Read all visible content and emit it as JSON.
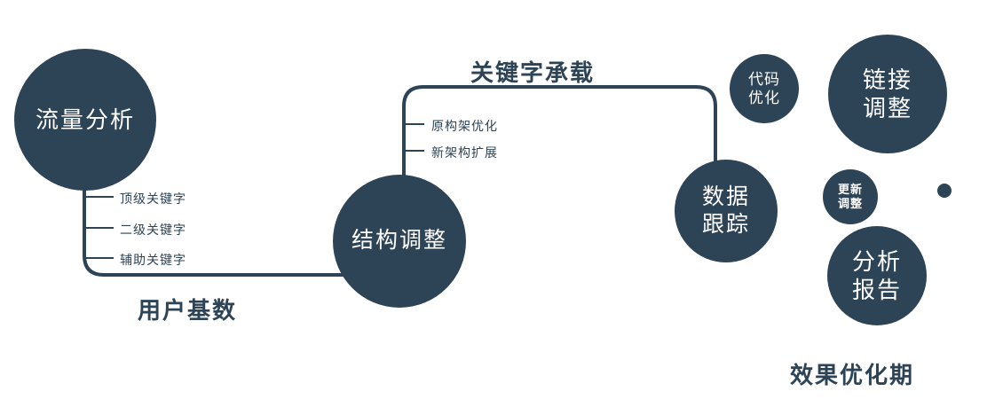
{
  "colors": {
    "primary": "#2d4356",
    "background": "#ffffff",
    "text_on_node": "#ffffff"
  },
  "nodes": {
    "traffic": {
      "label": "流量分析"
    },
    "structure": {
      "label": "结构调整"
    },
    "data_tracking": {
      "line1": "数据",
      "line2": "跟踪"
    },
    "code_opt": {
      "line1": "代码",
      "line2": "优化"
    },
    "link_adjust": {
      "line1": "链接",
      "line2": "调整"
    },
    "update_adjust": {
      "line1": "更新",
      "line2": "调整"
    },
    "analysis_report": {
      "line1": "分析",
      "line2": "报告"
    }
  },
  "edges": {
    "user_base": "用户基数",
    "keyword_bearing": "关键字承载"
  },
  "traffic_branches": [
    "顶级关键字",
    "二级关键字",
    "辅助关键字"
  ],
  "structure_branches": [
    "原构架优化",
    "新架构扩展"
  ],
  "footer": "效果优化期"
}
